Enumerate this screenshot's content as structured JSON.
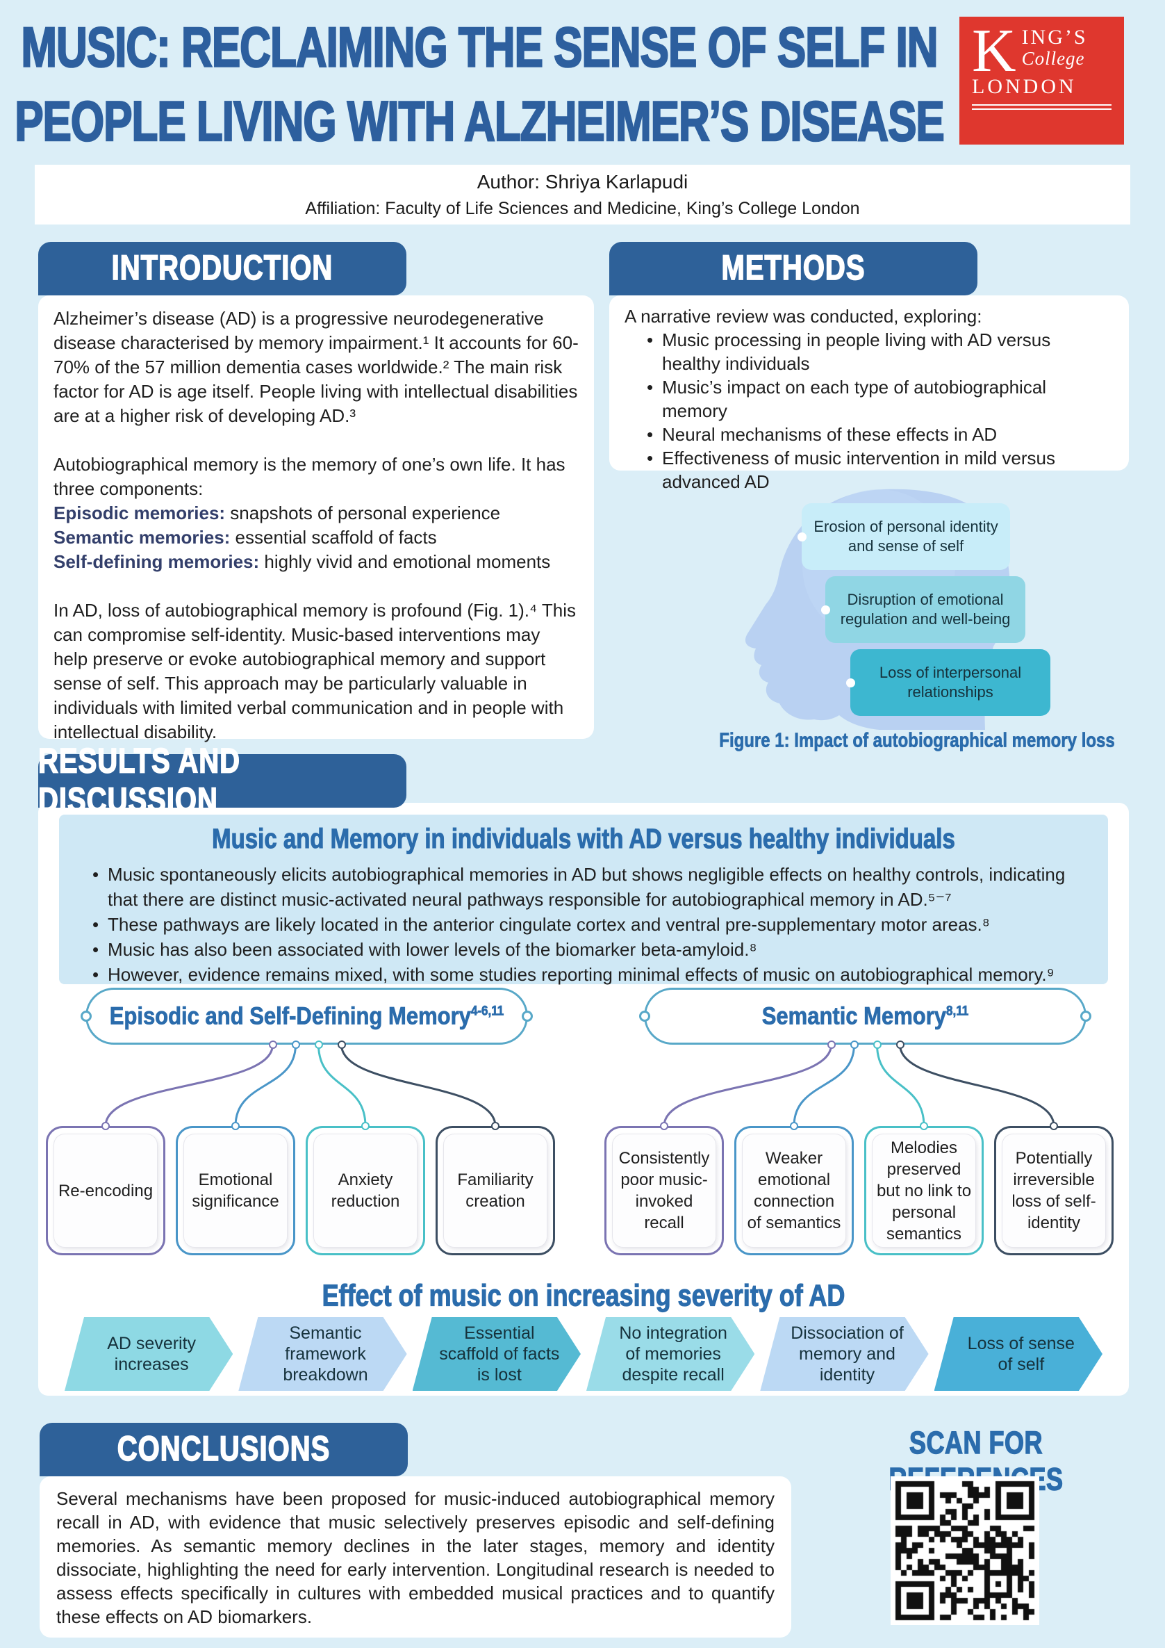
{
  "colors": {
    "page_bg": "#dbeef7",
    "header_pill_blue": "#2e6199",
    "title_blue": "#2d5f9e",
    "accent_blue": "#2b6cac",
    "kcl_red": "#df372e",
    "results_panel_bg": "#cfe8f5",
    "head_silhouette": "#b9d1f2"
  },
  "header": {
    "title_line1": "MUSIC: RECLAIMING THE SENSE OF SELF IN",
    "title_line2": "PEOPLE LIVING WITH ALZHEIMER’S DISEASE",
    "author": "Author: Shriya Karlapudi",
    "affiliation": "Affiliation: Faculty of Life Sciences and Medicine, King’s College London",
    "logo": {
      "line1": "KING’S",
      "line2": "College",
      "line3": "LONDON"
    }
  },
  "introduction": {
    "heading": "INTRODUCTION",
    "para1": "Alzheimer’s disease (AD) is a progressive neurodegenerative disease characterised by memory impairment.¹ It accounts for 60-70% of the 57 million dementia cases worldwide.² The main risk factor for AD is age itself. People living with intellectual disabilities are at a higher risk of developing AD.³",
    "para2_lead": "Autobiographical memory is the memory of one’s own life. It has three components:",
    "memory_types": [
      {
        "term": "Episodic memories:",
        "definition": " snapshots of personal experience"
      },
      {
        "term": "Semantic memories:",
        "definition": " essential scaffold of facts"
      },
      {
        "term": "Self-defining memories:",
        "definition": " highly vivid and emotional moments"
      }
    ],
    "para3": "In AD, loss of autobiographical memory is profound (Fig. 1).⁴ This can compromise self-identity. Music-based interventions may help preserve or evoke autobiographical memory and support sense of self. This approach may be particularly valuable in individuals with limited verbal communication and in people with intellectual disability."
  },
  "methods": {
    "heading": "METHODS",
    "lead": "A narrative review was conducted, exploring:",
    "bullets": [
      "Music processing in people living with AD versus healthy individuals",
      "Music’s impact on each type of autobiographical memory",
      "Neural mechanisms of these effects in AD",
      "Effectiveness of music intervention in mild versus advanced AD"
    ]
  },
  "figure1": {
    "boxes": [
      {
        "label": "Erosion of personal identity and sense of self",
        "bg": "#c8edf9"
      },
      {
        "label": "Disruption of emotional regulation and well-being",
        "bg": "#90d6e4"
      },
      {
        "label": "Loss of interpersonal relationships",
        "bg": "#3db7d0"
      }
    ],
    "caption": "Figure 1: Impact of autobiographical memory loss"
  },
  "results": {
    "heading": "RESULTS AND DISCUSSION",
    "subtitle": "Music and Memory in individuals with AD versus healthy individuals",
    "bullets": [
      "Music spontaneously elicits autobiographical memories in AD but shows negligible effects on healthy controls, indicating that there are distinct music-activated neural pathways responsible for autobiographical memory in AD.⁵⁻⁷",
      "These pathways are likely located in the anterior cingulate cortex and ventral pre-supplementary motor areas.⁸",
      "Music has also been associated with lower levels of the biomarker beta-amyloid.⁸",
      "However, evidence remains mixed, with some studies reporting minimal effects of music on autobiographical memory.⁹"
    ],
    "trees": [
      {
        "title": "Episodic and Self-Defining Memory",
        "sup": "4-6,11",
        "leaves": [
          {
            "label": "Re-encoding",
            "color": "#7b74b2"
          },
          {
            "label": "Emotional significance",
            "color": "#4a96c8"
          },
          {
            "label": "Anxiety reduction",
            "color": "#49c0c7"
          },
          {
            "label": "Familiarity creation",
            "color": "#3d4f63"
          }
        ]
      },
      {
        "title": "Semantic Memory",
        "sup": "8,11",
        "leaves": [
          {
            "label": "Consistently poor music-invoked recall",
            "color": "#7b74b2"
          },
          {
            "label": "Weaker emotional connection of semantics",
            "color": "#4a96c8"
          },
          {
            "label": "Melodies preserved but no link to personal semantics",
            "color": "#49c0c7"
          },
          {
            "label": "Potentially irreversible loss of self-identity",
            "color": "#3d4f63"
          }
        ]
      }
    ],
    "severity": {
      "heading": "Effect of music on increasing severity of AD",
      "steps": [
        {
          "label": "AD severity increases",
          "color": "#8ed9e4"
        },
        {
          "label": "Semantic framework breakdown",
          "color": "#bcd9f4"
        },
        {
          "label": "Essential scaffold of facts is lost",
          "color": "#55bad3"
        },
        {
          "label": "No integration of memories despite recall",
          "color": "#9adce8"
        },
        {
          "label": "Dissociation of memory and identity",
          "color": "#bcd9f4"
        },
        {
          "label": "Loss of sense of self",
          "color": "#49b0d8"
        }
      ]
    }
  },
  "conclusions": {
    "heading": "CONCLUSIONS",
    "text": "Several mechanisms have been proposed for music-induced autobiographical memory recall in AD, with evidence that music selectively preserves episodic and self-defining memories. As semantic memory declines in the later stages, memory and identity dissociate, highlighting the need for early intervention. Longitudinal research is needed to assess effects specifically in cultures with embedded musical practices and to quantify these effects on AD biomarkers."
  },
  "references": {
    "heading": "SCAN FOR REFERENCES"
  }
}
